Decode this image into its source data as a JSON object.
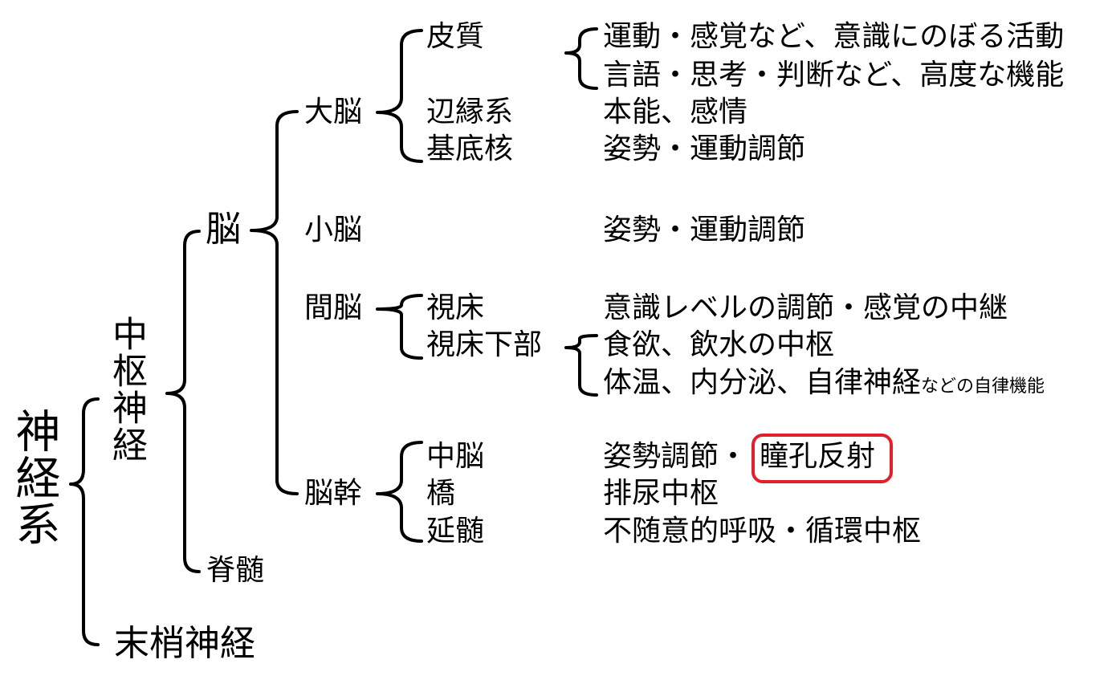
{
  "root": "神経系",
  "l1": {
    "central": "中枢神経",
    "peripheral": "末梢神経"
  },
  "l2": {
    "brain": "脳",
    "spinal_cord": "脊髄"
  },
  "l3": {
    "cerebrum": "大脳",
    "cerebellum": "小脳",
    "diencephalon": "間脳",
    "brainstem": "脳幹"
  },
  "l4": {
    "cortex": "皮質",
    "limbic": "辺縁系",
    "basal_ganglia": "基底核",
    "thalamus": "視床",
    "hypothalamus": "視床下部",
    "midbrain": "中脳",
    "pons": "橋",
    "medulla": "延髄"
  },
  "functions": {
    "cortex_1": "運動・感覚など、意識にのぼる活動",
    "cortex_2": "言語・思考・判断など、高度な機能",
    "limbic": "本能、感情",
    "basal_ganglia": "姿勢・運動調節",
    "cerebellum": "姿勢・運動調節",
    "thalamus": "意識レベルの調節・感覚の中継",
    "hypothalamus_1": "食欲、飲水の中枢",
    "hypothalamus_2_main": "体温、内分泌、自律神経",
    "hypothalamus_2_small": "などの自律機能",
    "midbrain_a": "姿勢調節・",
    "midbrain_b": "瞳孔反射",
    "pons": "排尿中枢",
    "medulla": "不随意的呼吸・循環中枢"
  },
  "colors": {
    "highlight": "#e0202a",
    "text": "#000000"
  }
}
